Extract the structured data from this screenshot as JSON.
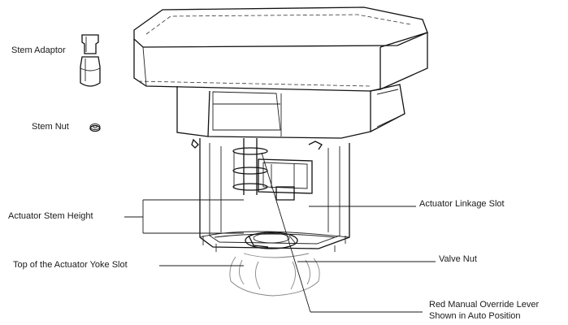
{
  "labels": {
    "stem_adaptor": "Stem Adaptor",
    "stem_nut": "Stem Nut",
    "actuator_stem_height": "Actuator Stem Height",
    "top_of_yoke_slot": "Top of the Actuator Yoke Slot",
    "actuator_linkage_slot": "Actuator Linkage Slot",
    "valve_nut": "Valve Nut",
    "red_manual_override_line1": "Red Manual Override Lever",
    "red_manual_override_line2": "Shown in Auto Position"
  },
  "colors": {
    "ink": "#1a1a1a",
    "paper": "#ffffff"
  },
  "icons": [
    "stem-adaptor-icon",
    "stem-nut-icon"
  ]
}
